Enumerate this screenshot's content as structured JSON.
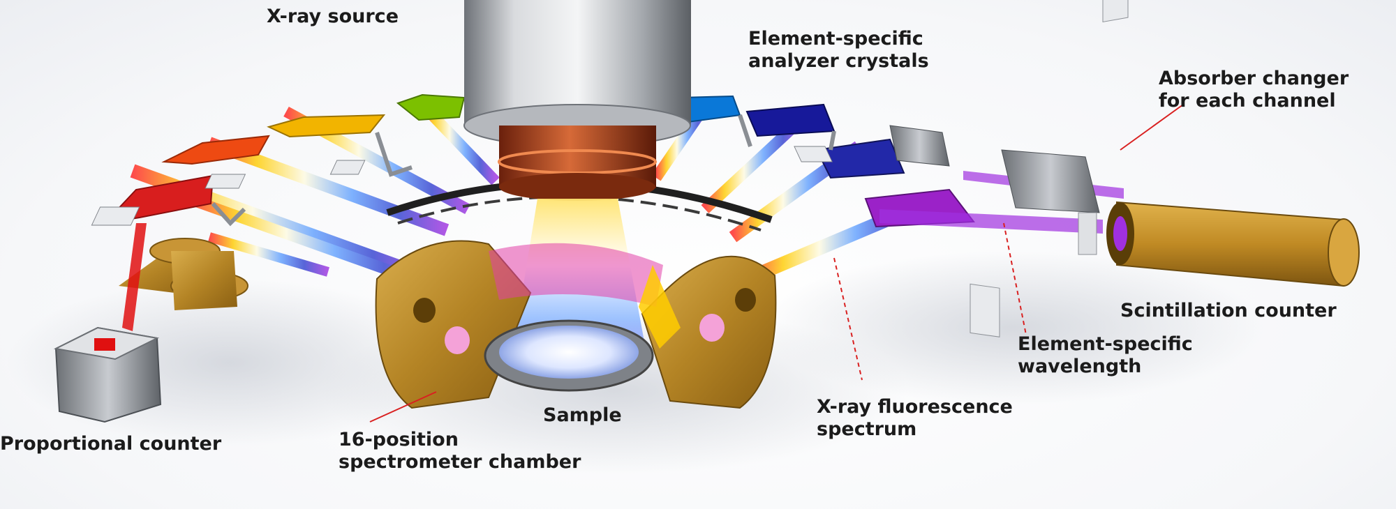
{
  "labels": {
    "xray_source": "X-ray source",
    "analyzer_crystals": [
      "Element-specific",
      "analyzer crystals"
    ],
    "absorber_changer": [
      "Absorber changer",
      "for each channel"
    ],
    "scintillation_counter": "Scintillation counter",
    "element_wavelength": [
      "Element-specific",
      "wavelength"
    ],
    "fluorescence_spectrum": [
      "X-ray fluorescence",
      "spectrum"
    ],
    "sample": "Sample",
    "spectrometer_chamber": [
      "16-position",
      "spectrometer chamber"
    ],
    "proportional_counter": "Proportional counter"
  },
  "colors": {
    "crystals": [
      "#d81e1e",
      "#ee4a12",
      "#f2b400",
      "#7cc000",
      "#0a78d8",
      "#17199a",
      "#2228a8",
      "#9b22c8"
    ],
    "chamber": "#b8892a",
    "source_body": "#a8acb2",
    "source_collar": "#b0401a",
    "leader_line": "#d92020",
    "beam_violet": "#a030e0",
    "beam_red": "#e01010"
  },
  "icons": {
    "xray_tube": "cylinder-shape",
    "detector": "cylinder-shape",
    "crystal": "curved-plate-shape"
  }
}
